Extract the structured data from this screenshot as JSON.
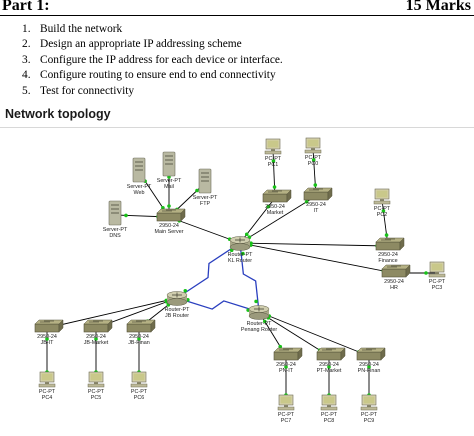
{
  "header": {
    "left": "Part 1:",
    "right": "15 Marks"
  },
  "tasks": [
    {
      "num": "1.",
      "text": "Build the network"
    },
    {
      "num": "2.",
      "text": "Design an appropriate IP addressing scheme"
    },
    {
      "num": "3.",
      "text": "Configure the IP address for each device or interface."
    },
    {
      "num": "4.",
      "text": "Configure routing to ensure end to end connectivity"
    },
    {
      "num": "5.",
      "text": "Test for connectivity"
    }
  ],
  "section_title": "Network topology",
  "devices": [
    {
      "id": "srv-web",
      "type": "server",
      "l1": "Server-PT",
      "l2": "Web"
    },
    {
      "id": "srv-mail",
      "type": "server",
      "l1": "Server-PT",
      "l2": "Mail"
    },
    {
      "id": "srv-ftp",
      "type": "server",
      "l1": "Server-PT",
      "l2": "FTP"
    },
    {
      "id": "srv-dns",
      "type": "server",
      "l1": "Server-PT",
      "l2": "DNS"
    },
    {
      "id": "sw-main",
      "type": "switch",
      "l1": "2950-24",
      "l2": "Main Server"
    },
    {
      "id": "pc1",
      "type": "pc",
      "l1": "PC-PT",
      "l2": "PC1"
    },
    {
      "id": "pc0",
      "type": "pc",
      "l1": "PC-PT",
      "l2": "PC0"
    },
    {
      "id": "sw-market",
      "type": "switch",
      "l1": "2950-24",
      "l2": "Market"
    },
    {
      "id": "sw-it",
      "type": "switch",
      "l1": "2950-24",
      "l2": "IT"
    },
    {
      "id": "pc2",
      "type": "pc",
      "l1": "PC-PT",
      "l2": "PC2"
    },
    {
      "id": "sw-finance",
      "type": "switch",
      "l1": "2950-24",
      "l2": "Finance"
    },
    {
      "id": "sw-hr",
      "type": "switch",
      "l1": "2950-24",
      "l2": "HR"
    },
    {
      "id": "pc3",
      "type": "pc",
      "l1": "PC-PT",
      "l2": "PC3"
    },
    {
      "id": "rt-kl",
      "type": "router",
      "l1": "Router-PT",
      "l2": "KL Router"
    },
    {
      "id": "rt-jb",
      "type": "router",
      "l1": "Router-PT",
      "l2": "JB Router"
    },
    {
      "id": "rt-penang",
      "type": "router",
      "l1": "Router-PT",
      "l2": "Penang Router"
    },
    {
      "id": "sw-jb-it",
      "type": "switch",
      "l1": "2950-24",
      "l2": "JB-IT"
    },
    {
      "id": "sw-jb-market",
      "type": "switch",
      "l1": "2950-24",
      "l2": "JB-Market"
    },
    {
      "id": "sw-jb-finan",
      "type": "switch",
      "l1": "2950-24",
      "l2": "JB-Finan"
    },
    {
      "id": "pc4",
      "type": "pc",
      "l1": "PC-PT",
      "l2": "PC4"
    },
    {
      "id": "pc5",
      "type": "pc",
      "l1": "PC-PT",
      "l2": "PC5"
    },
    {
      "id": "pc6",
      "type": "pc",
      "l1": "PC-PT",
      "l2": "PC6"
    },
    {
      "id": "sw-pn-it",
      "type": "switch",
      "l1": "2950-24",
      "l2": "PN-IT"
    },
    {
      "id": "sw-pt-market",
      "type": "switch",
      "l1": "2950-24",
      "l2": "PT-Market"
    },
    {
      "id": "sw-pn-finan",
      "type": "switch",
      "l1": "2950-24",
      "l2": "PN-Finan"
    },
    {
      "id": "pc7",
      "type": "pc",
      "l1": "PC-PT",
      "l2": "PC7"
    },
    {
      "id": "pc8",
      "type": "pc",
      "l1": "PC-PT",
      "l2": "PC8"
    },
    {
      "id": "pc9",
      "type": "pc",
      "l1": "PC-PT",
      "l2": "PC9"
    }
  ],
  "links": [
    {
      "a": "srv-web",
      "b": "sw-main",
      "kind": "ethernet"
    },
    {
      "a": "srv-mail",
      "b": "sw-main",
      "kind": "ethernet"
    },
    {
      "a": "srv-ftp",
      "b": "sw-main",
      "kind": "ethernet"
    },
    {
      "a": "srv-dns",
      "b": "sw-main",
      "kind": "ethernet"
    },
    {
      "a": "sw-main",
      "b": "rt-kl",
      "kind": "ethernet"
    },
    {
      "a": "pc1",
      "b": "sw-market",
      "kind": "ethernet"
    },
    {
      "a": "pc0",
      "b": "sw-it",
      "kind": "ethernet"
    },
    {
      "a": "sw-market",
      "b": "rt-kl",
      "kind": "ethernet"
    },
    {
      "a": "sw-it",
      "b": "rt-kl",
      "kind": "ethernet"
    },
    {
      "a": "pc2",
      "b": "sw-finance",
      "kind": "ethernet"
    },
    {
      "a": "sw-finance",
      "b": "rt-kl",
      "kind": "ethernet"
    },
    {
      "a": "sw-hr",
      "b": "rt-kl",
      "kind": "ethernet"
    },
    {
      "a": "pc3",
      "b": "sw-hr",
      "kind": "ethernet"
    },
    {
      "a": "rt-kl",
      "b": "rt-jb",
      "kind": "serial"
    },
    {
      "a": "rt-kl",
      "b": "rt-penang",
      "kind": "serial"
    },
    {
      "a": "rt-jb",
      "b": "rt-penang",
      "kind": "serial"
    },
    {
      "a": "rt-jb",
      "b": "sw-jb-it",
      "kind": "ethernet"
    },
    {
      "a": "rt-jb",
      "b": "sw-jb-market",
      "kind": "ethernet"
    },
    {
      "a": "rt-jb",
      "b": "sw-jb-finan",
      "kind": "ethernet"
    },
    {
      "a": "sw-jb-it",
      "b": "pc4",
      "kind": "ethernet"
    },
    {
      "a": "sw-jb-market",
      "b": "pc5",
      "kind": "ethernet"
    },
    {
      "a": "sw-jb-finan",
      "b": "pc6",
      "kind": "ethernet"
    },
    {
      "a": "rt-penang",
      "b": "sw-pn-it",
      "kind": "ethernet"
    },
    {
      "a": "rt-penang",
      "b": "sw-pt-market",
      "kind": "ethernet"
    },
    {
      "a": "rt-penang",
      "b": "sw-pn-finan",
      "kind": "ethernet"
    },
    {
      "a": "sw-pn-it",
      "b": "pc7",
      "kind": "ethernet"
    },
    {
      "a": "sw-pt-market",
      "b": "pc8",
      "kind": "ethernet"
    },
    {
      "a": "sw-pn-finan",
      "b": "pc9",
      "kind": "ethernet"
    }
  ],
  "colors": {
    "ethernet": "#000000",
    "serial": "#2a3fbf",
    "port": "#19c219"
  }
}
